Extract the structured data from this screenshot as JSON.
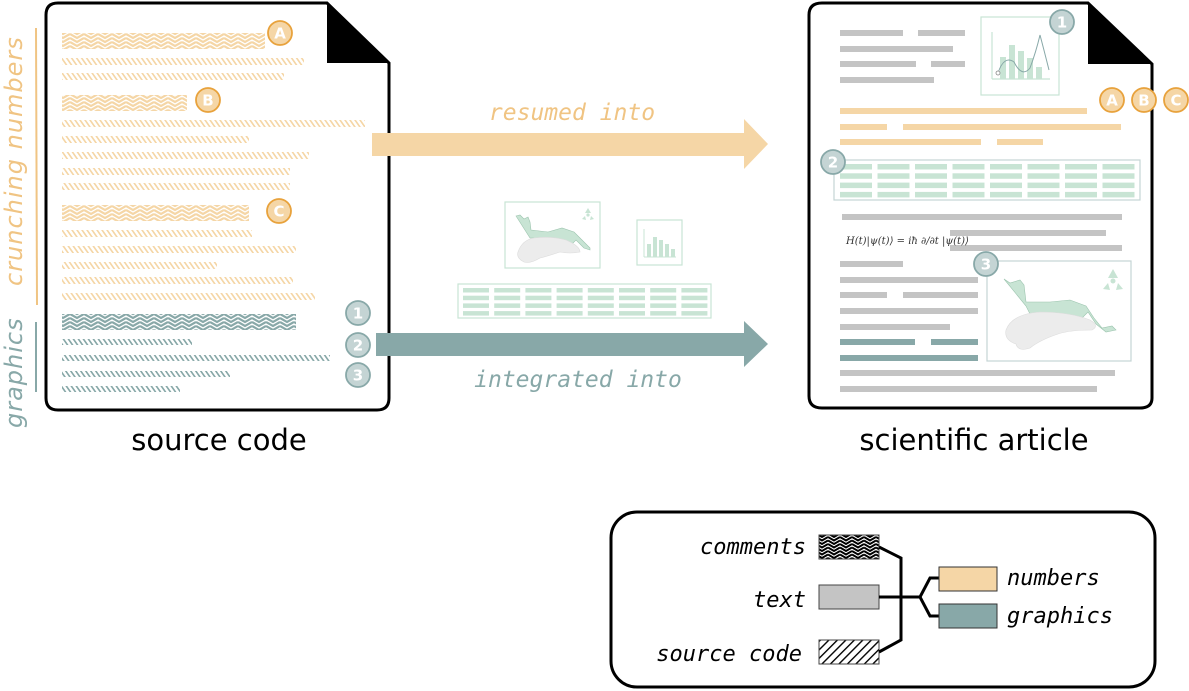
{
  "colors": {
    "numbers": "#f5d6a6",
    "numbers_dark": "#e8a23c",
    "graphics": "#88a8a8",
    "graphics_light": "#c4d4d4",
    "text_gray": "#c4c4c4",
    "figure_green": "#c8e4d4",
    "figure_gray": "#ececec",
    "outline": "#000000"
  },
  "side_labels": {
    "crunching": "crunching numbers",
    "graphics": "graphics"
  },
  "source_doc": {
    "caption": "source code",
    "markers_letters": [
      "A",
      "B",
      "C"
    ],
    "markers_numbers": [
      "1",
      "2",
      "3"
    ]
  },
  "arrows": {
    "resumed": "resumed into",
    "integrated": "integrated into"
  },
  "article_doc": {
    "caption": "scientific article",
    "markers_letters": [
      "A",
      "B",
      "C"
    ],
    "markers_numbers": [
      "1",
      "2",
      "3"
    ],
    "equation": "H(t)|ψ(t)⟩ = iħ ∂/∂t |ψ(t)⟩"
  },
  "legend": {
    "inputs": [
      {
        "label": "comments",
        "pattern": "zigzag"
      },
      {
        "label": "text",
        "pattern": "solid-gray"
      },
      {
        "label": "source code",
        "pattern": "hatch"
      }
    ],
    "outputs": [
      {
        "label": "numbers",
        "color": "#f5d6a6"
      },
      {
        "label": "graphics",
        "color": "#88a8a8"
      }
    ]
  }
}
